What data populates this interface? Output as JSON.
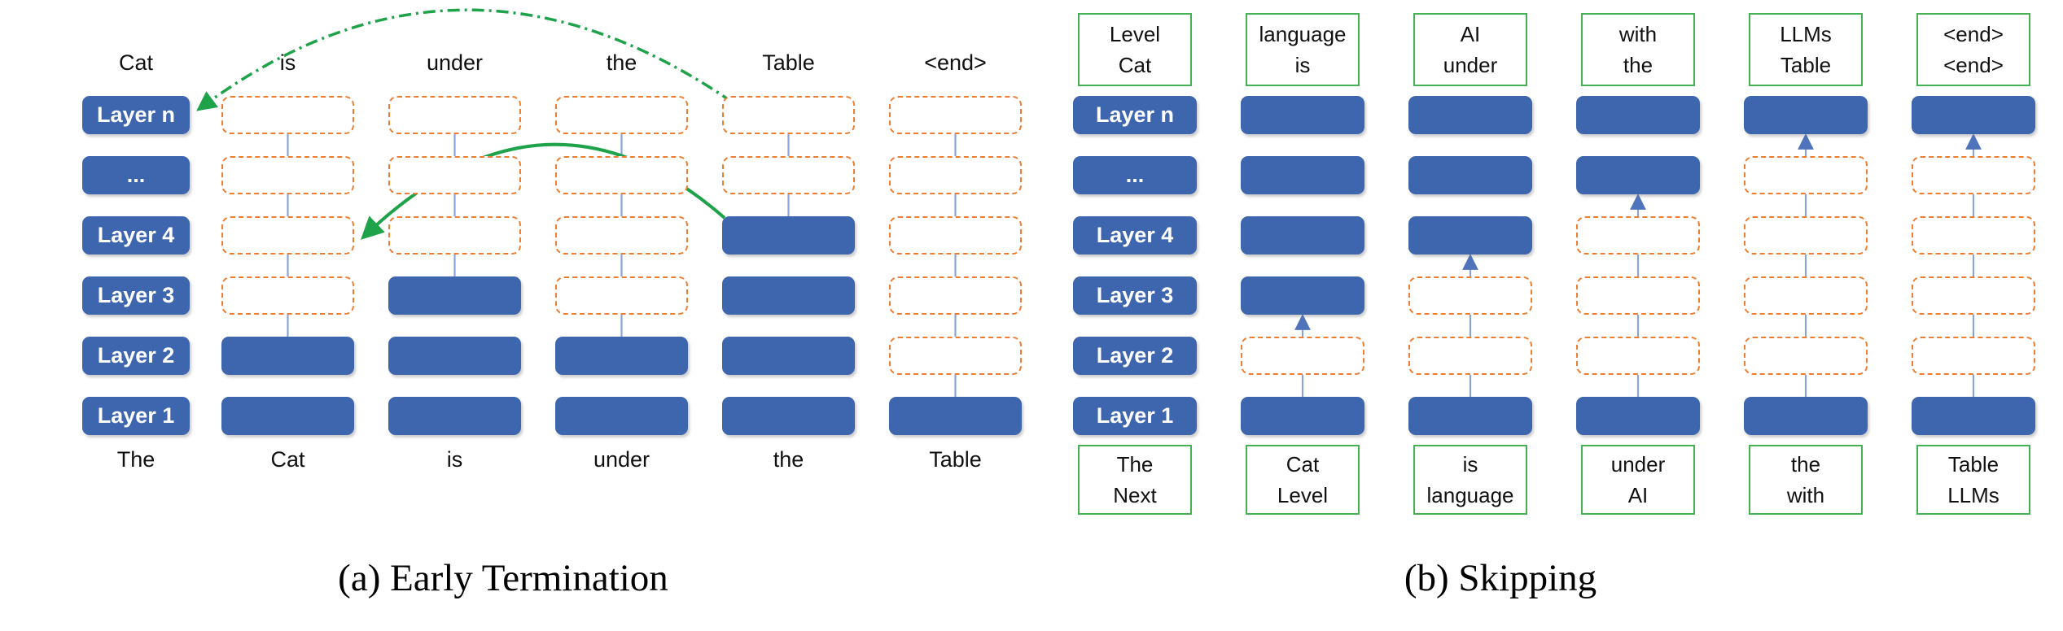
{
  "figures": [
    {
      "key": "a",
      "caption": "(a) Early Termination",
      "layer_labels": [
        "Layer n",
        "...",
        "Layer 4",
        "Layer 3",
        "Layer 2",
        "Layer 1"
      ],
      "label_col": {
        "top": "Cat",
        "bottom": "The"
      },
      "columns": [
        {
          "top": "is",
          "bottom": "Cat",
          "executed": [
            0,
            0,
            0,
            0,
            1,
            1
          ],
          "arrow_start_row": 4
        },
        {
          "top": "under",
          "bottom": "is",
          "executed": [
            0,
            0,
            0,
            1,
            1,
            1
          ],
          "arrow_start_row": 3
        },
        {
          "top": "the",
          "bottom": "under",
          "executed": [
            0,
            0,
            0,
            0,
            1,
            1
          ],
          "arrow_start_row": 4
        },
        {
          "top": "Table",
          "bottom": "the",
          "executed": [
            0,
            0,
            1,
            1,
            1,
            1
          ],
          "arrow_start_row": 2
        },
        {
          "top": "<end>",
          "bottom": "Table",
          "executed": [
            0,
            0,
            0,
            0,
            0,
            1
          ],
          "arrow_start_row": 5
        }
      ],
      "annotations": [
        {
          "name": "early-exit-copy-to-top-arrow",
          "style": "dashdot"
        },
        {
          "name": "early-exit-to-next-token-arrow",
          "style": "solid"
        }
      ]
    },
    {
      "key": "b",
      "caption": "(b) Skipping",
      "layer_labels": [
        "Layer n",
        "...",
        "Layer 4",
        "Layer 3",
        "Layer 2",
        "Layer 1"
      ],
      "label_col": {
        "top": [
          "Level",
          "Cat"
        ],
        "bottom": [
          "The",
          "Next"
        ]
      },
      "columns": [
        {
          "top": [
            "language",
            "is"
          ],
          "bottom": [
            "Cat",
            "Level"
          ],
          "executed": [
            1,
            1,
            1,
            1,
            0,
            1
          ],
          "arrow_target_row": 3
        },
        {
          "top": [
            "AI",
            "under"
          ],
          "bottom": [
            "is",
            "language"
          ],
          "executed": [
            1,
            1,
            1,
            0,
            0,
            1
          ],
          "arrow_target_row": 2
        },
        {
          "top": [
            "with",
            "the"
          ],
          "bottom": [
            "under",
            "AI"
          ],
          "executed": [
            1,
            1,
            0,
            0,
            0,
            1
          ],
          "arrow_target_row": 1
        },
        {
          "top": [
            "LLMs",
            "Table"
          ],
          "bottom": [
            "the",
            "with"
          ],
          "executed": [
            1,
            0,
            0,
            0,
            0,
            1
          ],
          "arrow_target_row": 0
        },
        {
          "top": [
            "<end>",
            "<end>"
          ],
          "bottom": [
            "Table",
            "LLMs"
          ],
          "executed": [
            1,
            0,
            0,
            0,
            0,
            1
          ],
          "arrow_target_row": 0
        }
      ]
    }
  ],
  "colors": {
    "executed_fill": "#3E66AF",
    "skipped_border": "#ED7D31",
    "io_box_border": "#45B054",
    "flow_arrow_line": "#8AA3D8",
    "flow_arrow_head": "#4F74BC",
    "highlight_arrow": "#1FA34A"
  }
}
